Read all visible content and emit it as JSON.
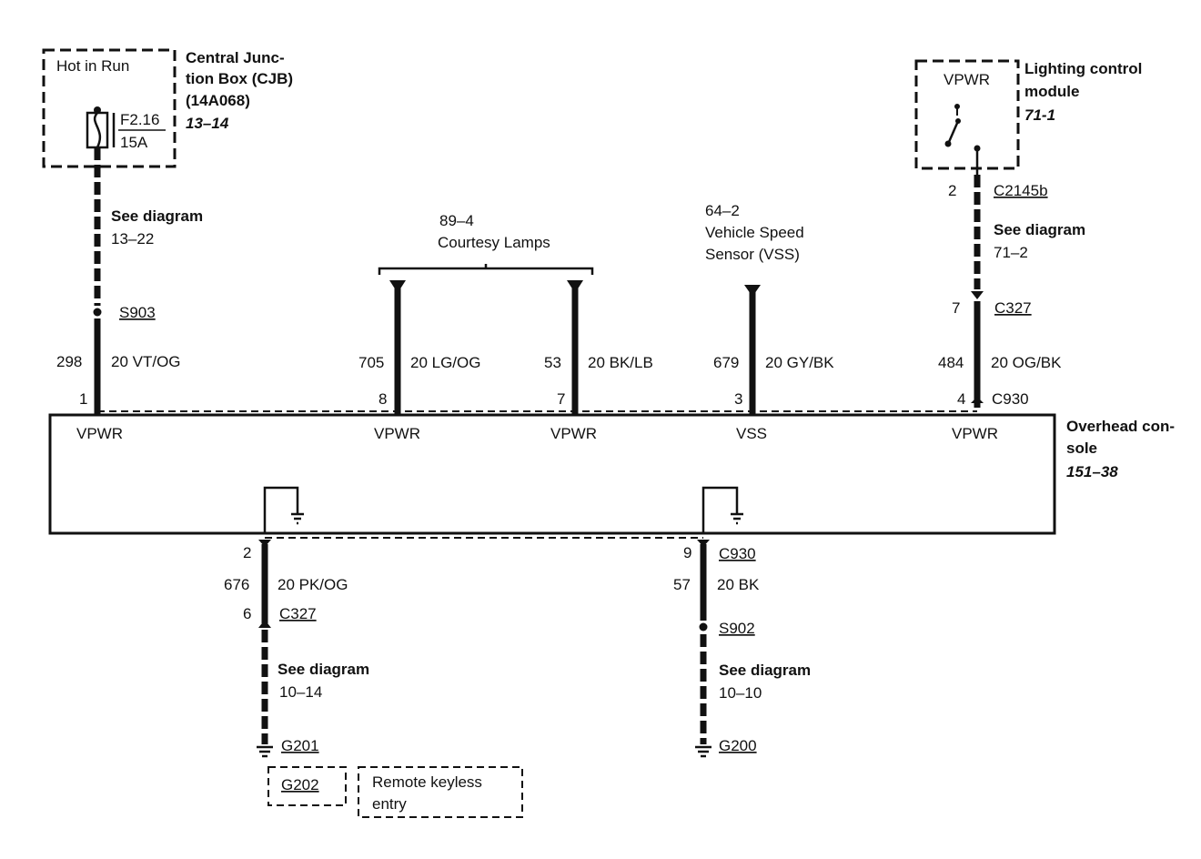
{
  "cjb": {
    "box_label": "Hot in Run",
    "fuse_id": "F2.16",
    "fuse_rating": "15A",
    "title_line1": "Central Junc-",
    "title_line2": "tion Box (CJB)",
    "part_number": "(14A068)",
    "ref": "13–14"
  },
  "lcm": {
    "box_label": "VPWR",
    "title_line1": "Lighting control",
    "title_line2": "module",
    "ref": "71-1"
  },
  "courtesy": {
    "ref": "89–4",
    "label": "Courtesy Lamps"
  },
  "vss": {
    "ref": "64–2",
    "label_line1": "Vehicle Speed",
    "label_line2": "Sensor (VSS)"
  },
  "console": {
    "title_line1": "Overhead con-",
    "title_line2": "sole",
    "ref": "151–38",
    "pins": [
      "VPWR",
      "VPWR",
      "VPWR",
      "VSS",
      "VPWR"
    ]
  },
  "wires": {
    "w298": {
      "circuit": "298",
      "spec": "20 VT/OG",
      "pin": "1",
      "splice": "S903",
      "see": "See diagram",
      "see_ref": "13–22"
    },
    "w705": {
      "circuit": "705",
      "spec": "20 LG/OG",
      "pin": "8"
    },
    "w53": {
      "circuit": "53",
      "spec": "20 BK/LB",
      "pin": "7"
    },
    "w679": {
      "circuit": "679",
      "spec": "20 GY/BK",
      "pin": "3"
    },
    "w484": {
      "circuit": "484",
      "spec": "20 OG/BK",
      "pin": "4",
      "conn_top_pin": "2",
      "conn_top": "C2145b",
      "see": "See diagram",
      "see_ref": "71–2",
      "conn_mid_pin": "7",
      "conn_mid": "C327",
      "conn_console": "C930"
    },
    "w676": {
      "circuit": "676",
      "spec": "20 PK/OG",
      "pin": "2",
      "conn_pin": "6",
      "conn": "C327",
      "see": "See diagram",
      "see_ref": "10–14",
      "ground": "G201",
      "alt_ground": "G202",
      "alt_label_line1": "Remote keyless",
      "alt_label_line2": "entry"
    },
    "w57": {
      "circuit": "57",
      "spec": "20 BK",
      "pin": "9",
      "conn": "C930",
      "splice": "S902",
      "see": "See diagram",
      "see_ref": "10–10",
      "ground": "G200"
    }
  }
}
